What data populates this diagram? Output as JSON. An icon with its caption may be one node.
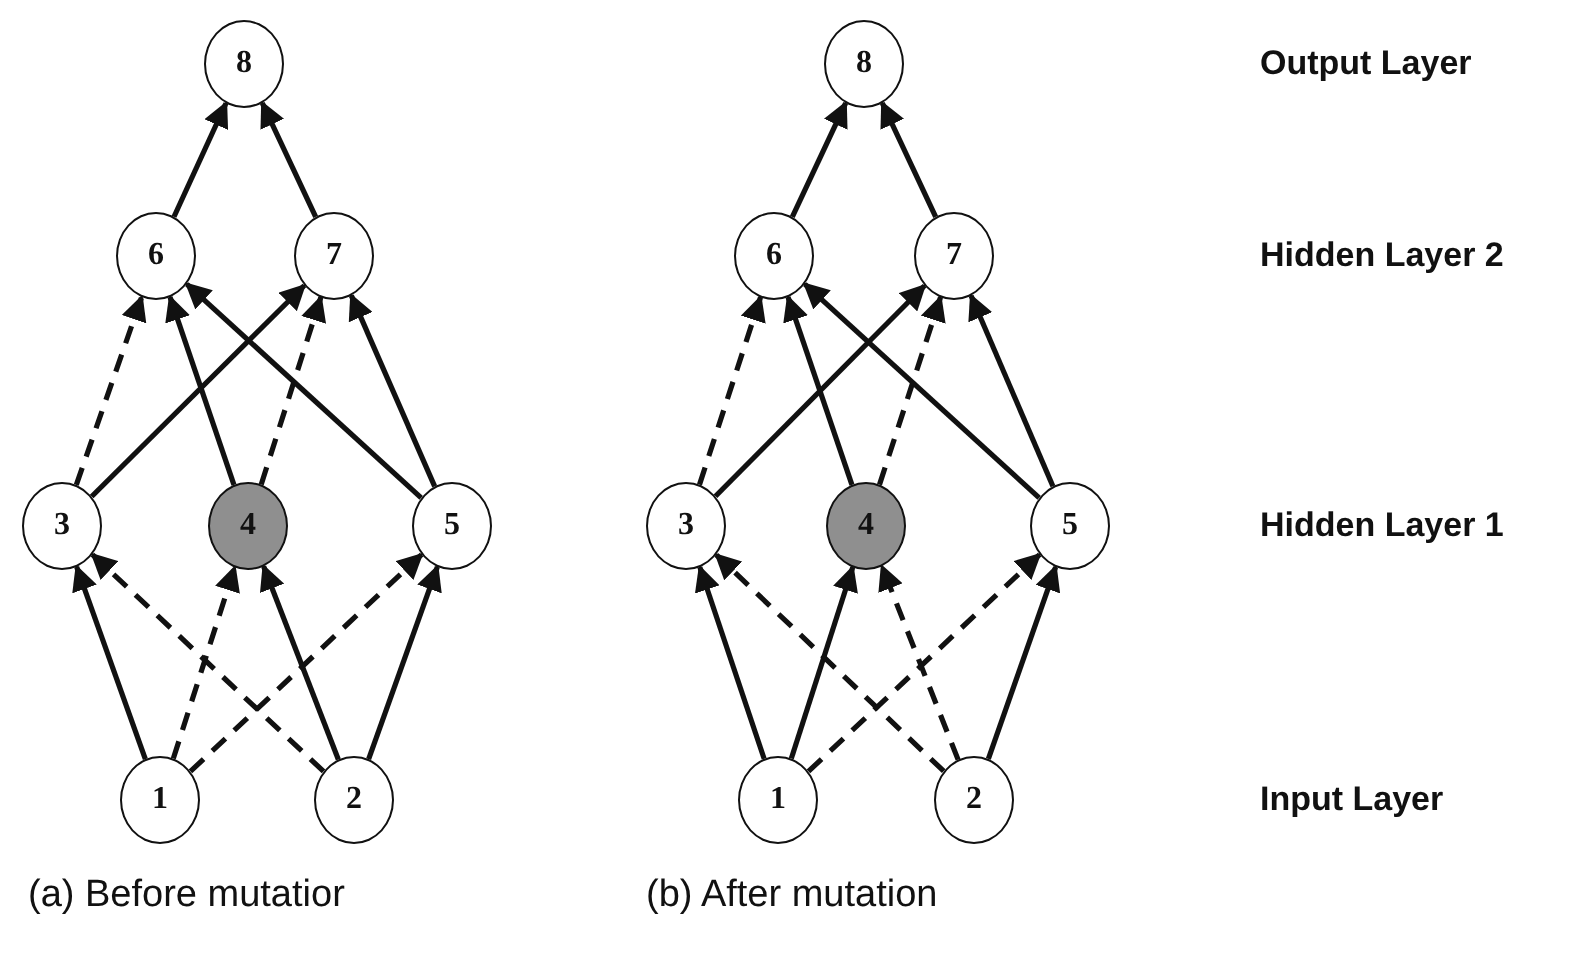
{
  "diagram": {
    "nodes": [
      {
        "text": [
          "8"
        ]
      },
      {
        "text": [
          "6"
        ]
      },
      {
        "text": [
          "7"
        ]
      },
      {
        "text": [
          "3"
        ]
      },
      {
        "text": [
          "4"
        ]
      },
      {
        "text": [
          "5"
        ]
      },
      {
        "text": [
          "1"
        ]
      },
      {
        "text": [
          "2"
        ]
      },
      {
        "text": [
          "8"
        ]
      },
      {
        "text": [
          "6"
        ]
      },
      {
        "text": [
          "7"
        ]
      },
      {
        "text": [
          "3"
        ]
      },
      {
        "text": [
          "4"
        ]
      },
      {
        "text": [
          "5"
        ]
      },
      {
        "text": [
          "1"
        ]
      },
      {
        "text": [
          "2"
        ]
      }
    ],
    "edges": [
      {
        "from": 1,
        "to": 0,
        "arrow": "to"
      },
      {
        "from": 2,
        "to": 0,
        "arrow": "to"
      },
      {
        "from": 3,
        "to": 1,
        "arrow": "to",
        "style": "dashed"
      },
      {
        "from": 3,
        "to": 2,
        "arrow": "to"
      },
      {
        "from": 4,
        "to": 1,
        "arrow": "to"
      },
      {
        "from": 4,
        "to": 2,
        "arrow": "to",
        "style": "dashed"
      },
      {
        "from": 5,
        "to": 1,
        "arrow": "to"
      },
      {
        "from": 5,
        "to": 2,
        "arrow": "to"
      },
      {
        "from": 6,
        "to": 3,
        "arrow": "to"
      },
      {
        "from": 6,
        "to": 4,
        "arrow": "to",
        "style": "dashed"
      },
      {
        "from": 6,
        "to": 5,
        "arrow": "to",
        "style": "dashed"
      },
      {
        "from": 7,
        "to": 3,
        "arrow": "to",
        "style": "dashed"
      },
      {
        "from": 7,
        "to": 4,
        "arrow": "to"
      },
      {
        "from": 7,
        "to": 5,
        "arrow": "to"
      },
      {
        "from": 9,
        "to": 8,
        "arrow": "to"
      },
      {
        "from": 10,
        "to": 8,
        "arrow": "to"
      },
      {
        "from": 11,
        "to": 9,
        "arrow": "to",
        "style": "dashed"
      },
      {
        "from": 11,
        "to": 10,
        "arrow": "to"
      },
      {
        "from": 12,
        "to": 9,
        "arrow": "to"
      },
      {
        "from": 12,
        "to": 10,
        "arrow": "to",
        "style": "dashed"
      },
      {
        "from": 13,
        "to": 9,
        "arrow": "to"
      },
      {
        "from": 13,
        "to": 10,
        "arrow": "to"
      },
      {
        "from": 14,
        "to": 11,
        "arrow": "to"
      },
      {
        "from": 14,
        "to": 12,
        "arrow": "to"
      },
      {
        "from": 14,
        "to": 13,
        "arrow": "to",
        "style": "dashed"
      },
      {
        "from": 15,
        "to": 11,
        "arrow": "to",
        "style": "dashed"
      },
      {
        "from": 15,
        "to": 12,
        "arrow": "to",
        "style": "dashed"
      },
      {
        "from": 15,
        "to": 13,
        "arrow": "to"
      }
    ],
    "labels": [
      "Output Layer",
      "Hidden Layer 2",
      "Hidden Layer 1",
      "Input Layer",
      "(a) Before mutatior",
      "(b) After mutation"
    ]
  }
}
